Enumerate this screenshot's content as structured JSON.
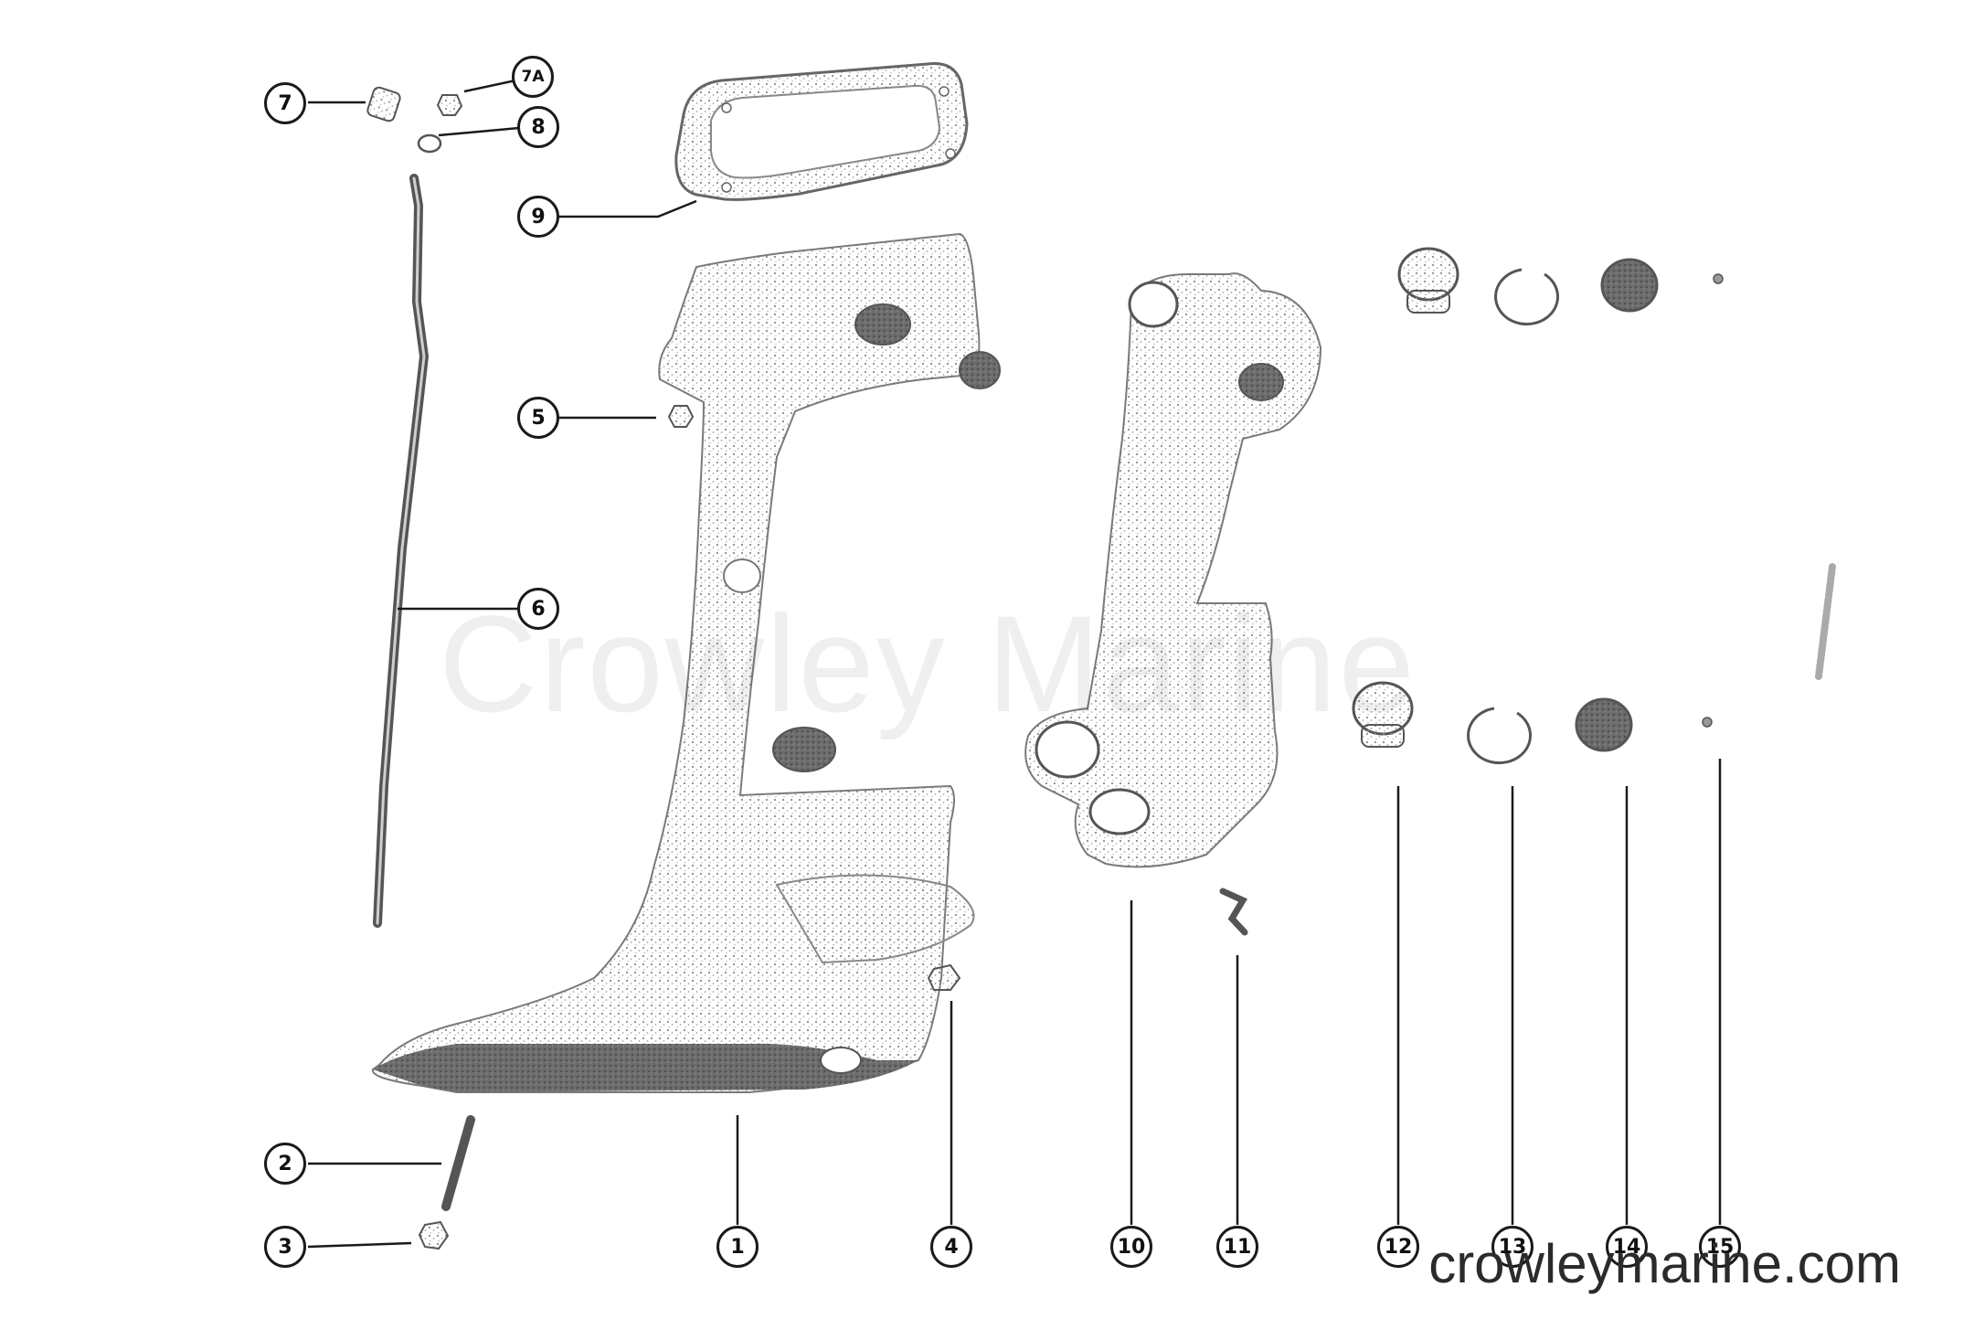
{
  "colors": {
    "ink": "#1a1a1a",
    "stipple": "#9a9a9a",
    "background": "#ffffff"
  },
  "watermark": "Crowley Marine",
  "site": "crowleymarine.com",
  "callouts": [
    {
      "key": "c1",
      "label": "1"
    },
    {
      "key": "c2",
      "label": "2"
    },
    {
      "key": "c3",
      "label": "3"
    },
    {
      "key": "c4",
      "label": "4"
    },
    {
      "key": "c5",
      "label": "5"
    },
    {
      "key": "c6",
      "label": "6"
    },
    {
      "key": "c7",
      "label": "7"
    },
    {
      "key": "c7a",
      "label": "7A"
    },
    {
      "key": "c8",
      "label": "8"
    },
    {
      "key": "c9",
      "label": "9"
    },
    {
      "key": "c10",
      "label": "10"
    },
    {
      "key": "c11",
      "label": "11"
    },
    {
      "key": "c12",
      "label": "12"
    },
    {
      "key": "c13",
      "label": "13"
    },
    {
      "key": "c14",
      "label": "14"
    },
    {
      "key": "c15",
      "label": "15"
    }
  ]
}
